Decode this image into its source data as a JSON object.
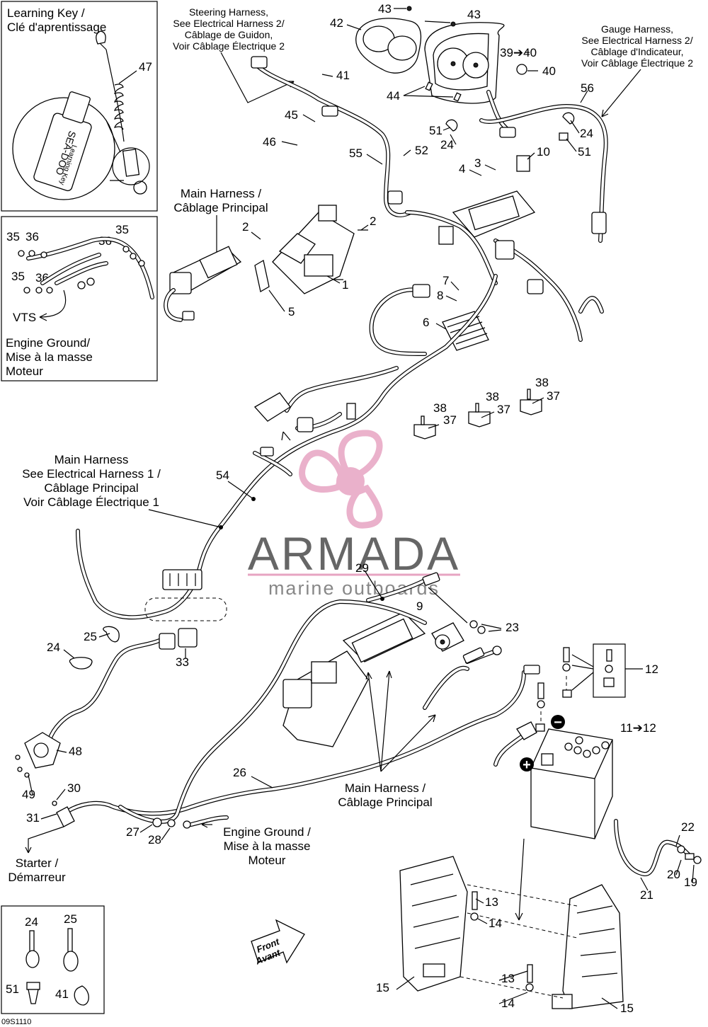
{
  "watermark": {
    "brand": "ARMADA",
    "tagline": "marine outboards",
    "color": "#e7a4c2"
  },
  "diagram_code": "09S1110",
  "panels": {
    "learning_key": {
      "title_line1": "Learning Key /",
      "title_line2": "Clé d'aprentissage",
      "callout": "47",
      "key_text1": "SEA-DOO",
      "key_text2": "Learning Key"
    },
    "engine_ground_inset": {
      "callouts": [
        "35",
        "36",
        "35",
        "36",
        "35",
        "36"
      ],
      "vts_label": "VTS",
      "title_line1": "Engine Ground/",
      "title_line2": "Mise à la masse",
      "title_line3": "Moteur"
    },
    "clips_legend": {
      "callouts": [
        "24",
        "25",
        "51",
        "41"
      ]
    }
  },
  "labels": {
    "steering_harness": [
      "Steering Harness,",
      "See Electrical Harness 2/",
      "Câblage de Guidon,",
      "Voir Câblage Électrique 2"
    ],
    "gauge_harness": [
      "Gauge Harness,",
      "See Electrical Harness 2/",
      "Câblage d'Indicateur,",
      "Voir Câblage Électrique 2"
    ],
    "main_harness_top": [
      "Main Harness /",
      "Câblage Principal"
    ],
    "main_harness_mid": [
      "Main Harness",
      "See Electrical Harness 1 /",
      "Câblage Principal",
      "Voir Câblage Électrique 1"
    ],
    "main_harness_bottom": [
      "Main Harness /",
      "Câblage Principal"
    ],
    "engine_ground_bottom": [
      "Engine Ground /",
      "Mise à la masse",
      "Moteur"
    ],
    "starter": [
      "Starter /",
      "Démarreur"
    ],
    "front_arrow": [
      "Front",
      "Avant"
    ],
    "battery_plus": "+",
    "battery_minus": "−"
  },
  "callouts": {
    "c43a": "43",
    "c43b": "43",
    "c42": "42",
    "c39": "39➔40",
    "c40": "40",
    "c41": "41",
    "c44": "44",
    "c56": "56",
    "c51a": "51",
    "c24a": "24",
    "c24b": "24",
    "c51b": "51",
    "c45": "45",
    "c46": "46",
    "c55": "55",
    "c52": "52",
    "c10": "10",
    "c3": "3",
    "c4": "4",
    "c2a": "2",
    "c2b": "2",
    "c1": "1",
    "c5": "5",
    "c7": "7",
    "c8": "8",
    "c6": "6",
    "c38a": "38",
    "c37a": "37",
    "c38b": "38",
    "c37b": "37",
    "c38c": "38",
    "c37c": "37",
    "c54": "54",
    "c29": "29",
    "c9": "9",
    "c23": "23",
    "c25": "25",
    "c24c": "24",
    "c33": "33",
    "c12": "12",
    "c11": "11➔12",
    "c48": "48",
    "c49": "49",
    "c30": "30",
    "c31": "31",
    "c26": "26",
    "c27": "27",
    "c28": "28",
    "c22": "22",
    "c20": "20",
    "c19": "19",
    "c21": "21",
    "c13a": "13",
    "c14a": "14",
    "c13b": "13",
    "c14b": "14",
    "c15a": "15",
    "c15b": "15"
  }
}
